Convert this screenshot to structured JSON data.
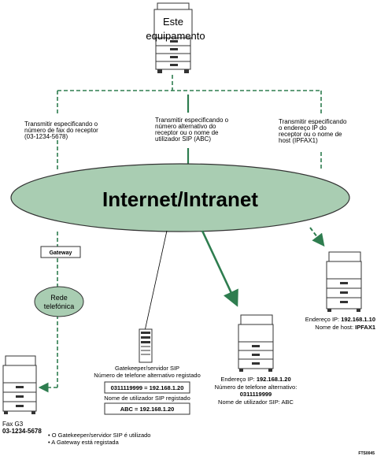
{
  "machine_top": {
    "line1": "Este",
    "line2": "equipamento"
  },
  "captions": {
    "left": [
      "Transmitir especificando o",
      "número de fax do receptor",
      "(03-1234-5678)"
    ],
    "center": [
      "Transmitir especificando o",
      "número alternativo do",
      "receptor ou o nome de",
      "utilizador SIP (ABC)"
    ],
    "right": [
      "Transmitir especificando",
      "o endereço IP do",
      "receptor ou o nome de",
      "host (IPFAX1)"
    ]
  },
  "network": {
    "label": "Internet/Intranet"
  },
  "gateway": {
    "label": "Gateway"
  },
  "phone_network": {
    "line1": "Rede",
    "line2": "telefónica"
  },
  "gatekeeper": {
    "line1": "Gatekeeper/servidor SIP",
    "line2": "Número de telefone alternativo registado",
    "box1": "0311119999 = 192.168.1.20",
    "middle": "Nome de utilizador SIP registado",
    "box2": "ABC = 192.168.1.20"
  },
  "receiver_center": {
    "ip_label": "Endereço IP:",
    "ip_value": "192.168.1.20",
    "alt_label": "Número de telefone alternativo:",
    "alt_value": "0311119999",
    "sip": "Nome de utilizador SIP: ABC"
  },
  "receiver_right": {
    "ip_label": "Endereço IP:",
    "ip_value": "192.168.1.10",
    "host_label": "Nome de host:",
    "host_value": "IPFAX1"
  },
  "fax": {
    "line1": "Fax G3",
    "line2": "03-1234-5678"
  },
  "notes": [
    "• O Gatekeeper/servidor SIP é utilizado",
    "• A Gateway está registada"
  ],
  "figure_code": "FTS0045",
  "colors": {
    "green": "#2e7d4f",
    "ellipse": "#a9cdb2",
    "ellipse_stroke": "#333333"
  }
}
